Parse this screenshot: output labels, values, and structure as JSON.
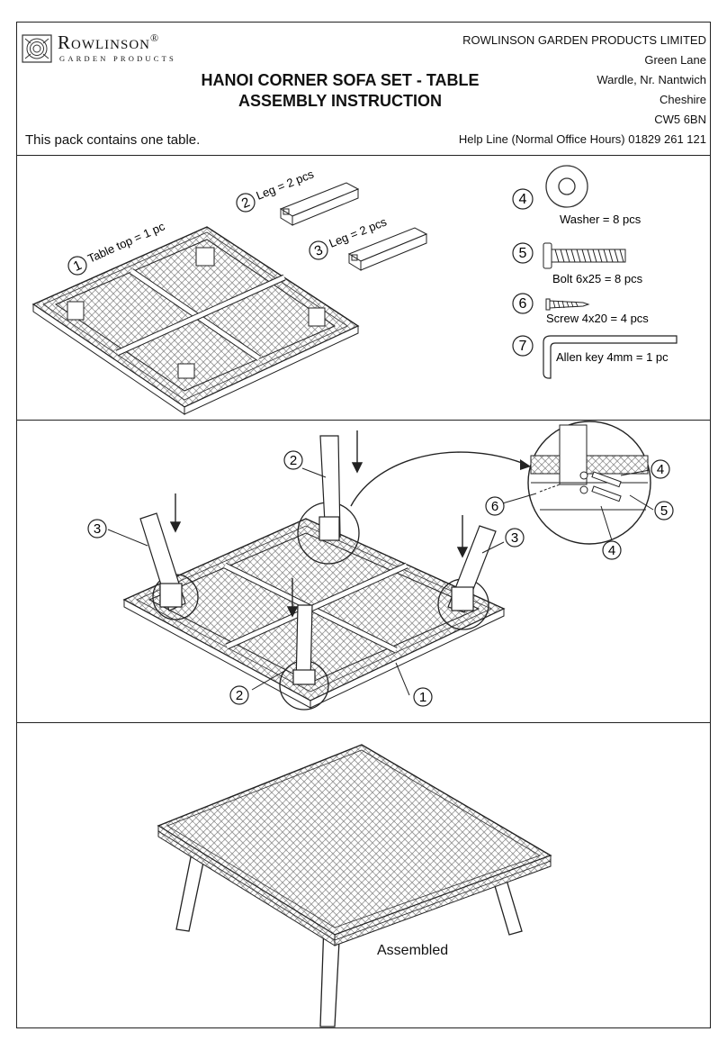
{
  "header": {
    "logo_word": "Rowlinson",
    "logo_reg": "®",
    "logo_sub": "GARDEN PRODUCTS",
    "title_line1": "HANOI CORNER SOFA SET - TABLE",
    "title_line2": "ASSEMBLY INSTRUCTION",
    "pack_note": "This pack contains one table.",
    "address": [
      "ROWLINSON GARDEN PRODUCTS LIMITED",
      "Green Lane",
      "Wardle, Nr. Nantwich",
      "Cheshire",
      "CW5 6BN",
      "Help Line (Normal Office Hours) 01829 261 121"
    ]
  },
  "parts": [
    {
      "num": "1",
      "label": "Table top = 1 pc"
    },
    {
      "num": "2",
      "label": "Leg = 2 pcs"
    },
    {
      "num": "3",
      "label": "Leg = 2 pcs"
    },
    {
      "num": "4",
      "label": "Washer = 8 pcs"
    },
    {
      "num": "5",
      "label": "Bolt 6x25 = 8 pcs"
    },
    {
      "num": "6",
      "label": "Screw 4x20 = 4 pcs"
    },
    {
      "num": "7",
      "label": "Allen key 4mm = 1 pc"
    }
  ],
  "assembly": {
    "callouts": [
      "2",
      "3",
      "3",
      "2",
      "1",
      "6",
      "4",
      "5",
      "4"
    ]
  },
  "final": {
    "label": "Assembled"
  }
}
